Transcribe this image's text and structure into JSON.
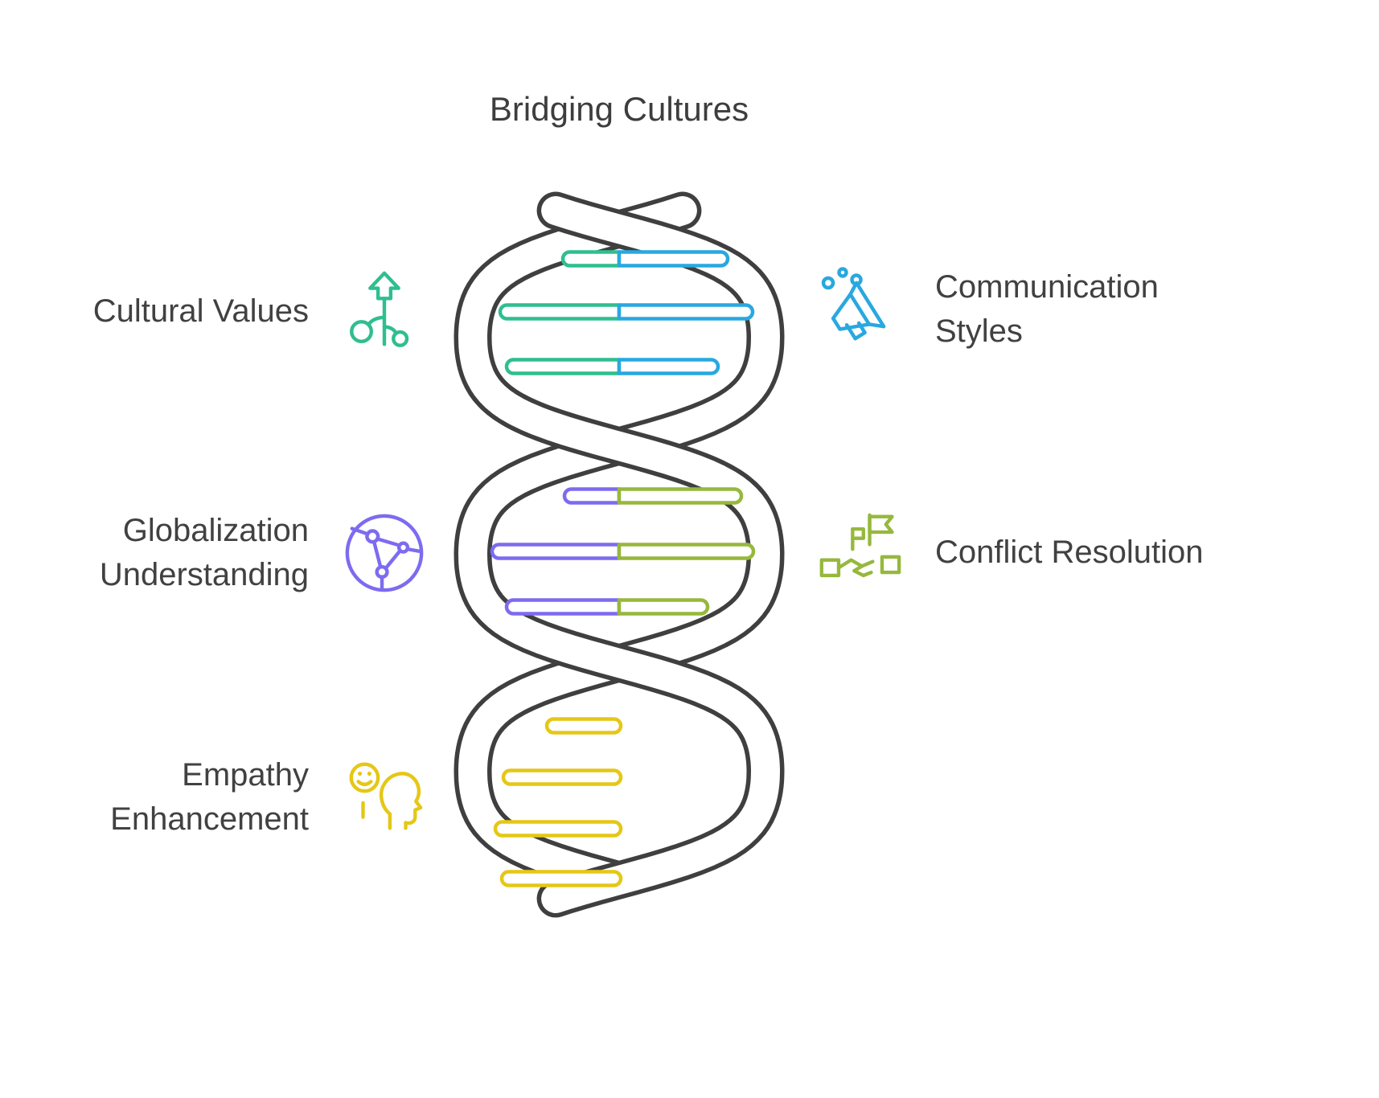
{
  "title": "Bridging Cultures",
  "colors": {
    "outline": "#3f3f3f",
    "green": "#2fbe90",
    "blue": "#29a8e0",
    "purple": "#7d6bf0",
    "olive": "#96b83d",
    "yellow": "#e5c716",
    "text": "#414142"
  },
  "labels": {
    "cultural_values": {
      "text": "Cultural Values",
      "color_key": "green"
    },
    "communication_styles": {
      "text": "Communication Styles",
      "color_key": "blue"
    },
    "globalization_understanding": {
      "text": "Globalization Understanding",
      "color_key": "purple"
    },
    "conflict_resolution": {
      "text": "Conflict Resolution",
      "color_key": "olive"
    },
    "empathy_enhancement": {
      "text": "Empathy Enhancement",
      "color_key": "yellow"
    }
  },
  "helix": {
    "sections": [
      {
        "position": "top",
        "left_color_key": "green",
        "right_color_key": "blue",
        "rungs": 3
      },
      {
        "position": "middle",
        "left_color_key": "purple",
        "right_color_key": "olive",
        "rungs": 3
      },
      {
        "position": "bottom",
        "left_color_key": "yellow",
        "right_color_key": null,
        "rungs": 4
      }
    ]
  }
}
